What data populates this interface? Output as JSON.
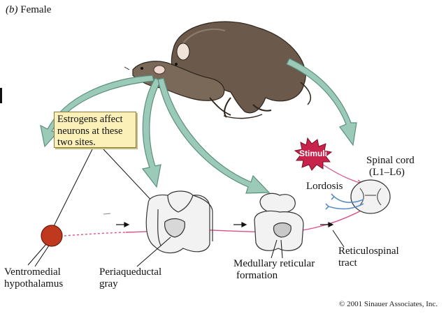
{
  "panel": {
    "letter": "(b)",
    "title": "Female"
  },
  "callout": {
    "lines": [
      "Estrogens affect",
      "neurons at these",
      "two sites."
    ]
  },
  "labels": {
    "vmh_line1": "Ventromedial",
    "vmh_line2": "hypothalamus",
    "pag_line1": "Periaqueductal",
    "pag_line2": "gray",
    "med_line1": "Medullary reticular",
    "med_line2": "formation",
    "rst_line1": "Reticulospinal",
    "rst_line2": "tract",
    "spinal_line1": "Spinal cord",
    "spinal_line2": "(L1–L6)",
    "lordosis": "Lordosis",
    "stimuli": "Stimuli"
  },
  "copyright": "© 2001 Sinauer Associates, Inc.",
  "colors": {
    "arrow_fill": "#9ccab8",
    "arrow_stroke": "#5a8f7c",
    "pathway": "#d9508a",
    "nucleus": "#c0391f",
    "stimuli_burst": "#c8234a",
    "rat_fur": "#6b5a4c",
    "brain_section": "#f2f2f2"
  }
}
